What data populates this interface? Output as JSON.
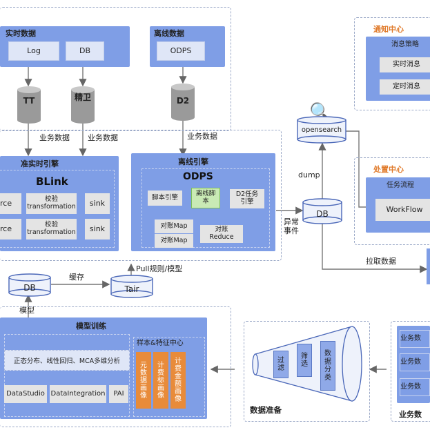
{
  "realtime": {
    "title": "实时数据",
    "log": "Log",
    "db": "DB"
  },
  "offline": {
    "title": "离线数据",
    "odps": "ODPS"
  },
  "queues": {
    "tt": "TT",
    "jingwei": "精卫",
    "d2": "D2"
  },
  "flow": {
    "biz_data_1": "业务数据",
    "biz_data_2": "业务数据",
    "biz_data_3": "业务数据",
    "dump": "dump",
    "anomaly": "异常\n事件",
    "pull_data": "拉取数据",
    "cache": "缓存",
    "pull_rules": "Pull规则/模型",
    "model": "模型"
  },
  "rt_engine": {
    "title": "准实时引擎",
    "name": "BLink",
    "src1": "rce",
    "src2": "rce",
    "validate1": "校验\ntransformation",
    "validate2": "校验\ntransformation",
    "sink1": "sink",
    "sink2": "sink"
  },
  "off_engine": {
    "title": "离线引擎",
    "name": "ODPS",
    "script_engine": "脚本引擎",
    "offline_script": "离线脚\n本",
    "d2_engine": "D2任务\n引擎",
    "recon_map1": "对账Map",
    "recon_map2": "对账Map",
    "recon_reduce": "对账\nReduce"
  },
  "opensearch": {
    "label": "opensearch"
  },
  "db_right": {
    "label": "DB"
  },
  "db_left": {
    "label": "DB"
  },
  "tair": {
    "label": "Tair"
  },
  "notify": {
    "title": "通知中心",
    "policy": "消息策略",
    "realtime_msg": "实时消息",
    "scheduled_msg": "定时消息"
  },
  "handle": {
    "title": "处置中心",
    "process": "任务流程",
    "workflow": "WorkFlow"
  },
  "training": {
    "title": "模型训练",
    "algorithms": "正态分布、线性回归、MCA多维分析",
    "tool1": "DataStudio",
    "tool2": "DataIntegration",
    "tool3": "PAI",
    "feature_center": "样本&特征中心",
    "feat1": "元\n数\n据\n画\n像",
    "feat2": "计\n费\n标\n画\n像",
    "feat3": "计\n费\n金\n额\n画\n像"
  },
  "prep": {
    "title": "数据准备",
    "filter": "过\n滤",
    "screen": "筛\n选",
    "classify": "数\n据\n分\n类"
  },
  "bizdata": {
    "title": "业务数",
    "items": [
      "业务数",
      "业务数",
      "业务数"
    ]
  },
  "colors": {
    "panel_blue": "#7f9ee6",
    "light_blue": "#dfe6f7",
    "orange": "#e88b3a",
    "cylinder_grey": "#9a9a9a",
    "dash": "#9aa8c7"
  }
}
